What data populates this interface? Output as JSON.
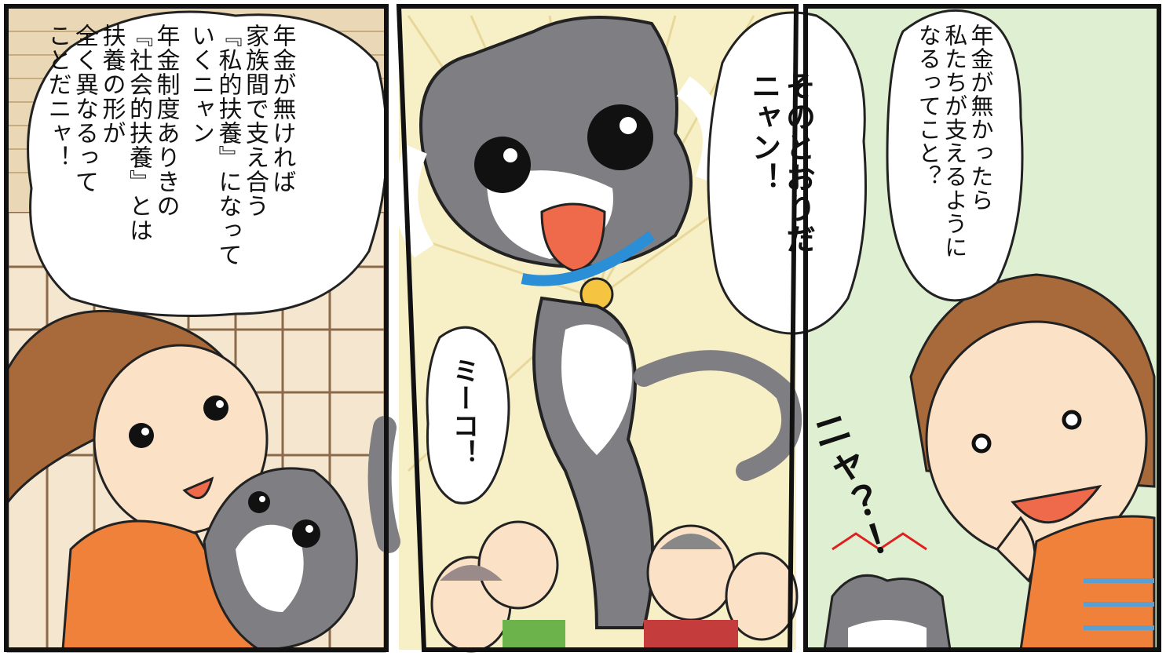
{
  "panels": [
    {
      "id": "left",
      "speech": "年金制度ありきの\n『社会的扶養』とは\n扶養の形が\n全く異なるって\nことだニャ！",
      "speech_top": "年金が無ければ\n家族間で支え合う\n『私的扶養』になって\nいくニャン"
    },
    {
      "id": "middle",
      "speech_cat": "そのとおりだ\nニャン！",
      "speech_name": "ミーコ！"
    },
    {
      "id": "right",
      "speech": "年金が無かったら\n私たちが支えるように\nなるってこと？",
      "sfx": "ニャ？！"
    }
  ],
  "colors": {
    "orange": "#f0813a",
    "cat_gray": "#7f7f83",
    "mouth": "#ef6a4a",
    "collar": "#2a8fd6",
    "bell": "#f5c542",
    "right_bg": "#dff0d2",
    "mid_bg": "#f7f0c7"
  }
}
